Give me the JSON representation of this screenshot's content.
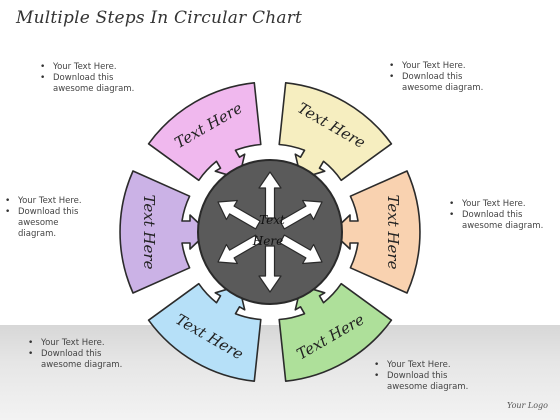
{
  "title": "Multiple Steps In Circular Chart",
  "center": {
    "line1": "Text",
    "line2": "Here",
    "color": "#5a5a5a"
  },
  "segments": [
    {
      "label": "Text Here",
      "color": "#f0b8ee"
    },
    {
      "label": "Text Here",
      "color": "#f6eec0"
    },
    {
      "label": "Text Here",
      "color": "#f9d2b0"
    },
    {
      "label": "Text Here",
      "color": "#aee09a"
    },
    {
      "label": "Text Here",
      "color": "#b6e0f8"
    },
    {
      "label": "Text Here",
      "color": "#cbb2e6"
    }
  ],
  "text_blocks": [
    {
      "lines": [
        "Your Text Here.",
        "Download this awesome diagram."
      ]
    },
    {
      "lines": [
        "Your Text Here.",
        "Download this awesome diagram."
      ]
    },
    {
      "lines": [
        "Your Text Here.",
        "Download this awesome diagram."
      ]
    },
    {
      "lines": [
        "Your Text Here.",
        "Download this awesome diagram."
      ]
    },
    {
      "lines": [
        "Your Text Here.",
        "Download this awesome diagram."
      ]
    },
    {
      "lines": [
        "Your Text Here.",
        "Download this awesome diagram."
      ]
    }
  ],
  "logo_text": "Your Logo"
}
